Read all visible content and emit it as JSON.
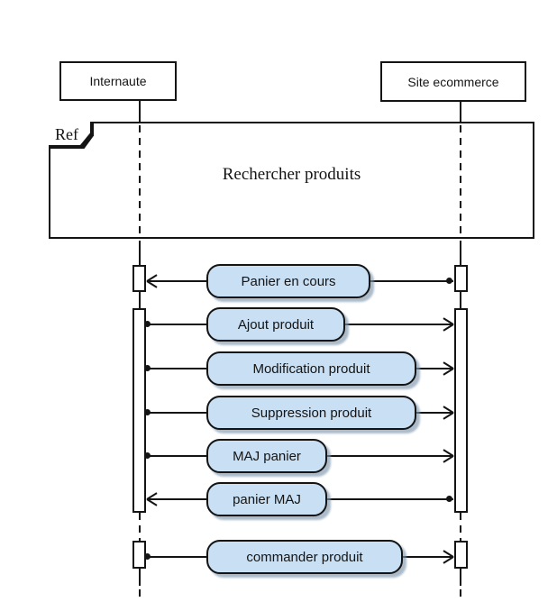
{
  "participants": [
    {
      "label": "Internaute"
    },
    {
      "label": "Site ecommerce"
    }
  ],
  "ref_fragment": {
    "keyword": "Ref",
    "label": "Rechercher produits"
  },
  "messages": [
    {
      "label": "Panier en cours",
      "direction": "left",
      "from": "Site ecommerce",
      "to": "Internaute"
    },
    {
      "label": "Ajout produit",
      "direction": "right",
      "from": "Internaute",
      "to": "Site ecommerce"
    },
    {
      "label": "Modification produit",
      "direction": "right",
      "from": "Internaute",
      "to": "Site ecommerce"
    },
    {
      "label": "Suppression produit",
      "direction": "right",
      "from": "Internaute",
      "to": "Site ecommerce"
    },
    {
      "label": "MAJ panier",
      "direction": "right",
      "from": "Internaute",
      "to": "Site ecommerce"
    },
    {
      "label": "panier MAJ",
      "direction": "left",
      "from": "Site ecommerce",
      "to": "Internaute"
    },
    {
      "label": "commander produit",
      "direction": "right",
      "from": "Internaute",
      "to": "Site ecommerce"
    }
  ],
  "colors": {
    "background": "#FFFFFF",
    "line": "#141414",
    "capsule_fill": "#C8DFF4",
    "capsule_shadow": "#8FA6BC"
  }
}
